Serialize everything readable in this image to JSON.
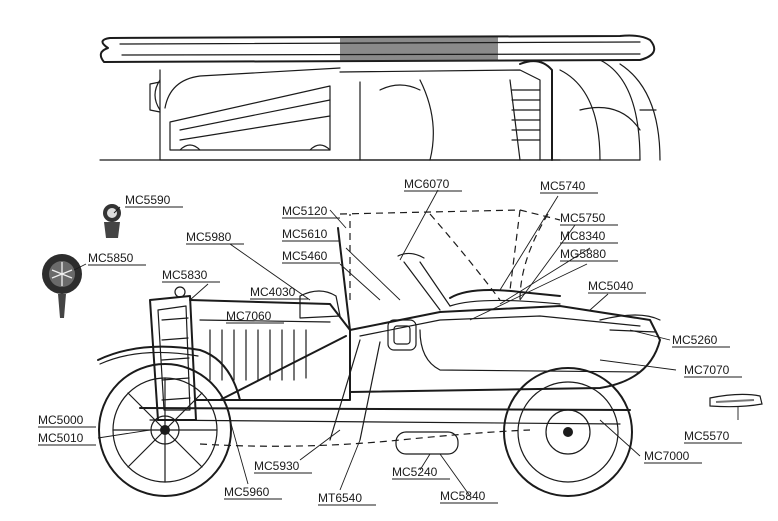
{
  "part_labels": [
    {
      "id": "mc5590",
      "text": "MC5590"
    },
    {
      "id": "mc5850",
      "text": "MC5850"
    },
    {
      "id": "mc5980",
      "text": "MC5980"
    },
    {
      "id": "mc5830",
      "text": "MC5830"
    },
    {
      "id": "mc4030",
      "text": "MC4030"
    },
    {
      "id": "mc7060",
      "text": "MC7060"
    },
    {
      "id": "mc5120",
      "text": "MC5120"
    },
    {
      "id": "mc5610",
      "text": "MC5610"
    },
    {
      "id": "mc5460",
      "text": "MC5460"
    },
    {
      "id": "mc6070",
      "text": "MC6070"
    },
    {
      "id": "mc5740",
      "text": "MC5740"
    },
    {
      "id": "mc5750",
      "text": "MC5750"
    },
    {
      "id": "mc8340",
      "text": "MC8340"
    },
    {
      "id": "mg5880",
      "text": "MG5880"
    },
    {
      "id": "mc5040",
      "text": "MC5040"
    },
    {
      "id": "mc5260",
      "text": "MC5260"
    },
    {
      "id": "mc7070",
      "text": "MC7070"
    },
    {
      "id": "mc5000",
      "text": "MC5000"
    },
    {
      "id": "mc5010",
      "text": "MC5010"
    },
    {
      "id": "mc5570",
      "text": "MC5570"
    },
    {
      "id": "mc7000",
      "text": "MC7000"
    },
    {
      "id": "mc5930",
      "text": "MC5930"
    },
    {
      "id": "mc5240",
      "text": "MC5240"
    },
    {
      "id": "mc5960",
      "text": "MC5960"
    },
    {
      "id": "mt6540",
      "text": "MT6540"
    },
    {
      "id": "mc5840",
      "text": "MC5840"
    }
  ]
}
